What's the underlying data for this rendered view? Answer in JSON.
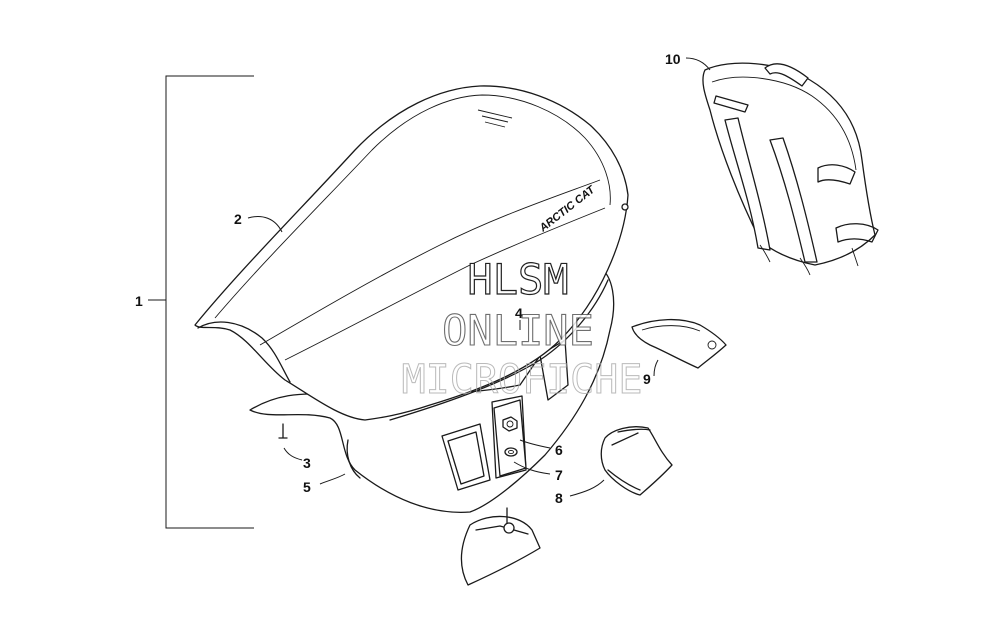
{
  "callouts": [
    {
      "id": "1",
      "label": "1"
    },
    {
      "id": "2",
      "label": "2"
    },
    {
      "id": "3",
      "label": "3"
    },
    {
      "id": "4",
      "label": "4"
    },
    {
      "id": "5",
      "label": "5"
    },
    {
      "id": "6",
      "label": "6"
    },
    {
      "id": "7",
      "label": "7"
    },
    {
      "id": "8",
      "label": "8"
    },
    {
      "id": "9",
      "label": "9"
    },
    {
      "id": "10",
      "label": "10"
    }
  ],
  "seat_decal": "ARCTIC CAT",
  "watermark": {
    "line1": "HLSM",
    "line2": "ONLINE",
    "line3": "MICROFICHE"
  }
}
